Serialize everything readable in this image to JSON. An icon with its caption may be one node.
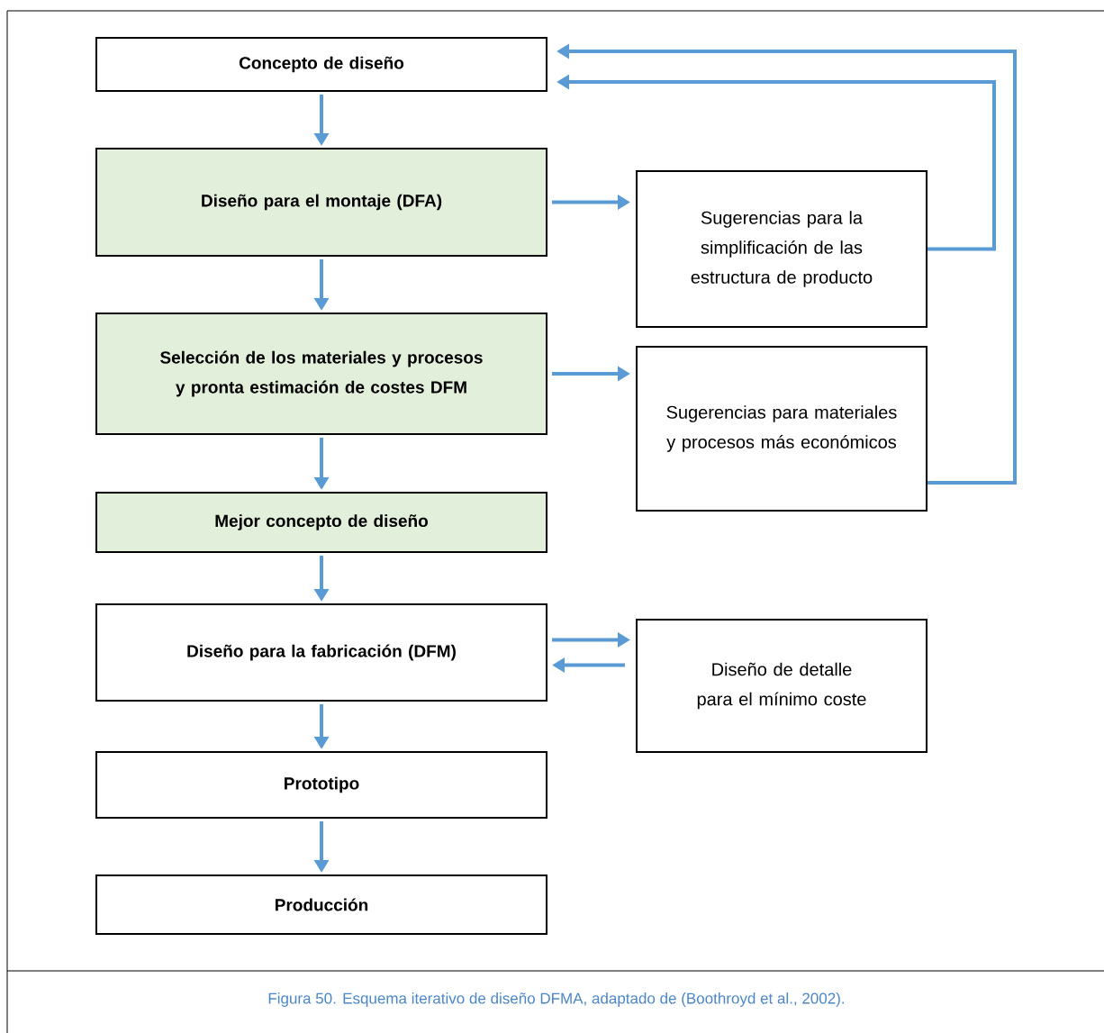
{
  "diagram": {
    "caption": "Figura 50. Esquema iterativo de diseño DFMA, adaptado de (Boothroyd et al., 2002).",
    "nodes": [
      {
        "text": [
          "Concepto de diseño"
        ]
      },
      {
        "text": [
          "Diseño para el montaje (DFA)"
        ]
      },
      {
        "text": [
          "Sugerencias para la simplificación de las estructura de producto"
        ]
      },
      {
        "text": [
          "Selección de los materiales y procesos y pronta estimación de costes DFM"
        ]
      },
      {
        "text": [
          "Sugerencias para materiales y procesos más económicos"
        ]
      },
      {
        "text": [
          "Mejor concepto de diseño"
        ]
      },
      {
        "text": [
          "Diseño para la fabricación (DFM)"
        ]
      },
      {
        "text": [
          "Diseño de detalle para el mínimo coste"
        ]
      },
      {
        "text": [
          "Prototipo"
        ]
      },
      {
        "text": [
          "Producción"
        ]
      }
    ],
    "edges": [
      {
        "from": 0,
        "to": 1,
        "arrow": "to"
      },
      {
        "from": 1,
        "to": 2,
        "arrow": "to"
      },
      {
        "from": 1,
        "to": 3,
        "arrow": "to"
      },
      {
        "from": 3,
        "to": 4,
        "arrow": "to"
      },
      {
        "from": 2,
        "to": 0,
        "arrow": "to"
      },
      {
        "from": 4,
        "to": 0,
        "arrow": "to"
      },
      {
        "from": 3,
        "to": 5,
        "arrow": "to"
      },
      {
        "from": 5,
        "to": 6,
        "arrow": "to"
      },
      {
        "from": 6,
        "to": 7,
        "arrow": "to"
      },
      {
        "from": 7,
        "to": 6,
        "arrow": "to"
      },
      {
        "from": 6,
        "to": 8,
        "arrow": "to"
      },
      {
        "from": 8,
        "to": 9,
        "arrow": "to"
      }
    ]
  }
}
